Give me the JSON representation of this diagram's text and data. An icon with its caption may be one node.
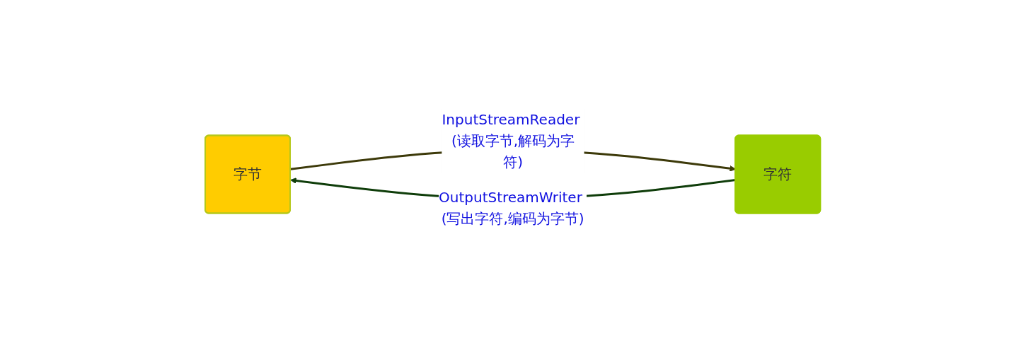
{
  "diagram": {
    "nodes": [
      {
        "text": [
          "字节"
        ]
      },
      {
        "text": [
          "字符"
        ]
      }
    ],
    "edges": [
      {
        "from": 0,
        "to": 1,
        "arrow": "to",
        "label": "InputStreamReader (读取字节,解码为字符)",
        "color": "#3d3a0a"
      },
      {
        "from": 1,
        "to": 0,
        "arrow": "to",
        "label": "OutputStreamWriter (写出字符,编码为字节)",
        "color": "#0f3d0a"
      }
    ]
  }
}
